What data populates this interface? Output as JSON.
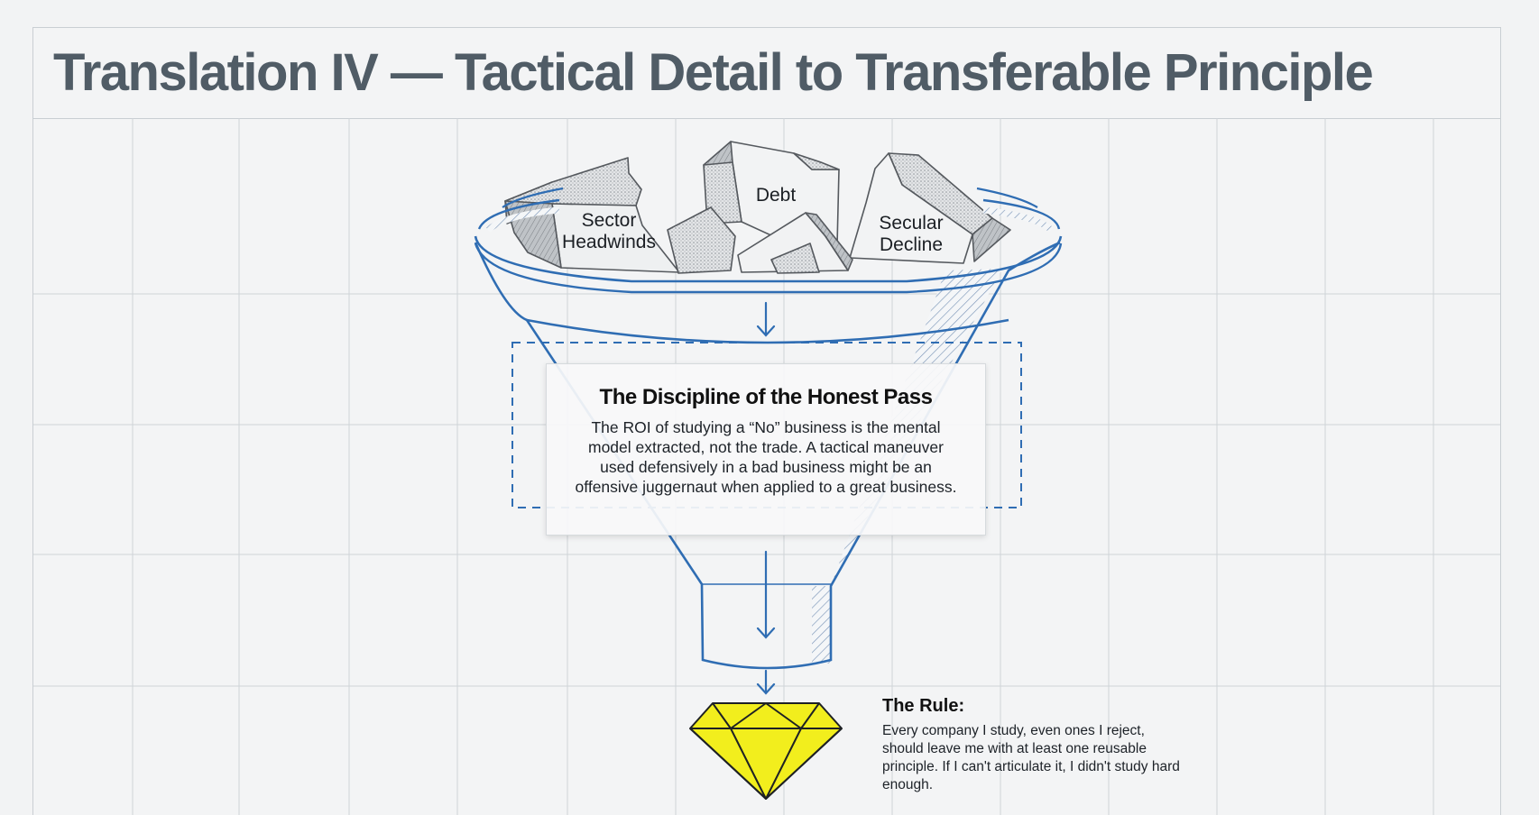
{
  "header": {
    "title": "Translation IV — Tactical Detail to Transferable Principle"
  },
  "funnel": {
    "inputs": [
      {
        "id": "sector",
        "lines": [
          "Sector",
          "Headwinds"
        ]
      },
      {
        "id": "debt",
        "lines": [
          "Debt"
        ]
      },
      {
        "id": "secular",
        "lines": [
          "Secular",
          "Decline"
        ]
      }
    ]
  },
  "discipline": {
    "title": "The Discipline of the Honest Pass",
    "body": "The ROI of studying a “No” business is the mental model extracted, not the trade. A tactical maneuver used defensively in a bad business might be an offensive juggernaut when applied to a great business."
  },
  "rule": {
    "title": "The Rule:",
    "body": "Every company I study, even ones I reject, should leave me with at least one reusable principle. If I can't articulate it, I didn't study hard enough."
  },
  "colors": {
    "funnel_stroke": "#2f6db3",
    "diamond_fill": "#f2ee1d",
    "title_text": "#505c66",
    "grid_line": "#cfd4d8"
  },
  "icons": {
    "output": "diamond-icon",
    "flow": "arrow-down-icon"
  }
}
